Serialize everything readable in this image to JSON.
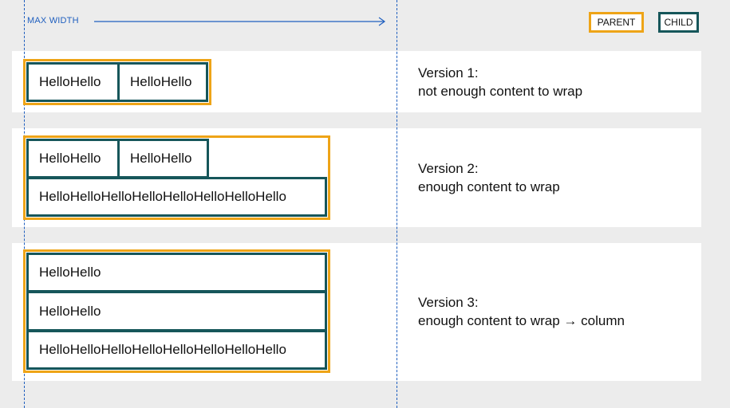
{
  "header": {
    "max_width_label": "MAX WIDTH"
  },
  "legend": {
    "parent_label": "PARENT",
    "child_label": "CHILD",
    "parent_color": "#eea417",
    "child_color": "#16565a",
    "guide_color": "#1f5fbf"
  },
  "versions": [
    {
      "title": "Version 1:",
      "description": "not enough content to wrap",
      "children": [
        "HelloHello",
        "HelloHello"
      ]
    },
    {
      "title": "Version 2:",
      "description": "enough content to wrap",
      "children": [
        "HelloHello",
        "HelloHello",
        "HelloHelloHelloHelloHelloHelloHelloHello"
      ]
    },
    {
      "title": "Version 3:",
      "description": "enough content to wrap → column",
      "children": [
        "HelloHello",
        "HelloHello",
        "HelloHelloHelloHelloHelloHelloHelloHello"
      ]
    }
  ]
}
